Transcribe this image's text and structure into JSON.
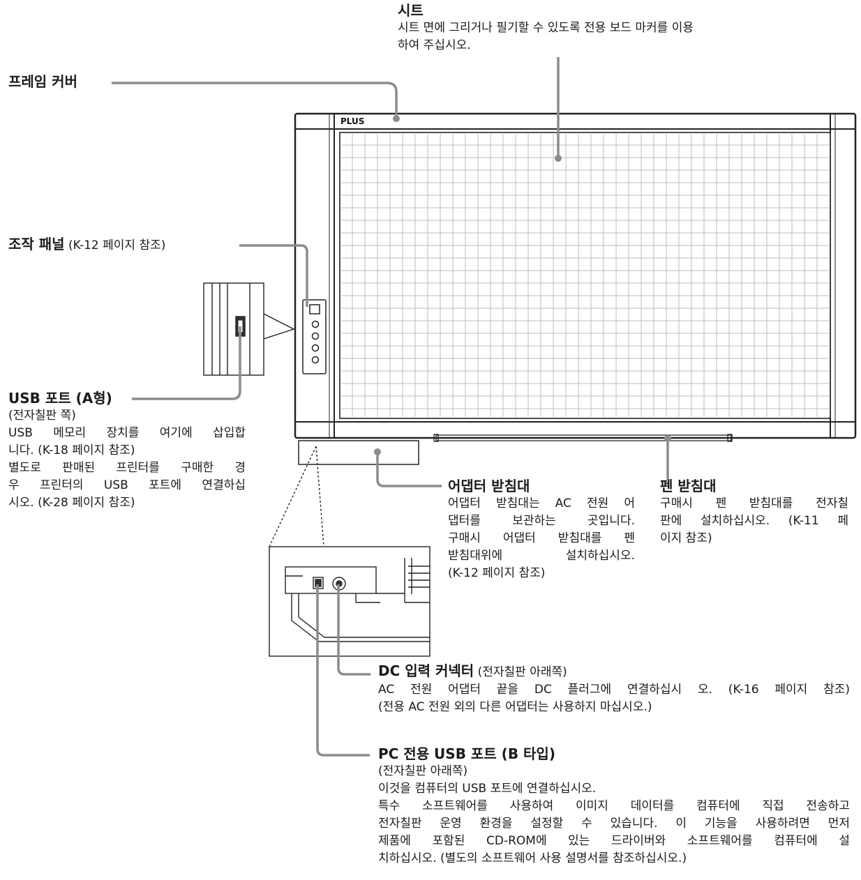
{
  "sheet": {
    "title": "시트",
    "lines": [
      "시트 면에 그리거나 필기할 수 있도록 전용 보드 마커를 이용",
      "하여 주십시오."
    ]
  },
  "frame_cover": {
    "title": "프레임 커버"
  },
  "brand": "PLUS",
  "control_panel": {
    "title": "조작 패널",
    "ref": "(K-12 페이지 참조)"
  },
  "usb_port_a": {
    "title": "USB 포트 (A형)",
    "lines": [
      "(전자칠판 쪽)",
      "USB 메모리 장치를 여기에 삽입합",
      "니다. (K-18 페이지 참조)",
      "별도로 판매된 프린터를 구매한 경",
      "우 프린터의 USB 포트에 연결하십",
      "시오. (K-28 페이지 참조)"
    ]
  },
  "adapter_holder": {
    "title": "어댑터 받침대",
    "lines": [
      "어댑터 받침대는 AC 전원 어",
      "댑터를 보관하는 곳입니다.",
      "구매시 어댑터 받침대를 펜",
      "받침대위에 설치하십시오.",
      "(K-12 페이지 참조)"
    ]
  },
  "pen_holder": {
    "title": "펜 받침대",
    "lines": [
      "구매시 펜 받침대를 전자칠",
      "판에 설치하십시오. (K-11 페",
      "이지 참조)"
    ]
  },
  "dc_connector": {
    "title": "DC 입력 커넥터",
    "title_suffix": "(전자칠판 아래쪽)",
    "lines": [
      "AC 전원 어댑터 끝을 DC 플러그에 연결하십시 오. (K-16 페이지 참조)",
      "(전용 AC 전원 외의 다른 어댑터는 사용하지 마십시오.)"
    ]
  },
  "pc_usb": {
    "title": "PC 전용 USB 포트 (B 타입)",
    "lines": [
      "(전자칠판 아래쪽)",
      "이것을 컴퓨터의 USB 포트에 연결하십시오.",
      "특수 소프트웨어를 사용하여 이미지 데이터를 컴퓨터에 직접 전송하고",
      "전자칠판 운영 환경을 설정할 수 있습니다. 이 기능을 사용하려면 먼저",
      "제품에 포함된 CD-ROM에 있는 드라이버와 소프트웨어를 컴퓨터에 설",
      "치하십시오. (별도의 소프트웨어 사용 설명서를 참조하십시오.)"
    ]
  }
}
